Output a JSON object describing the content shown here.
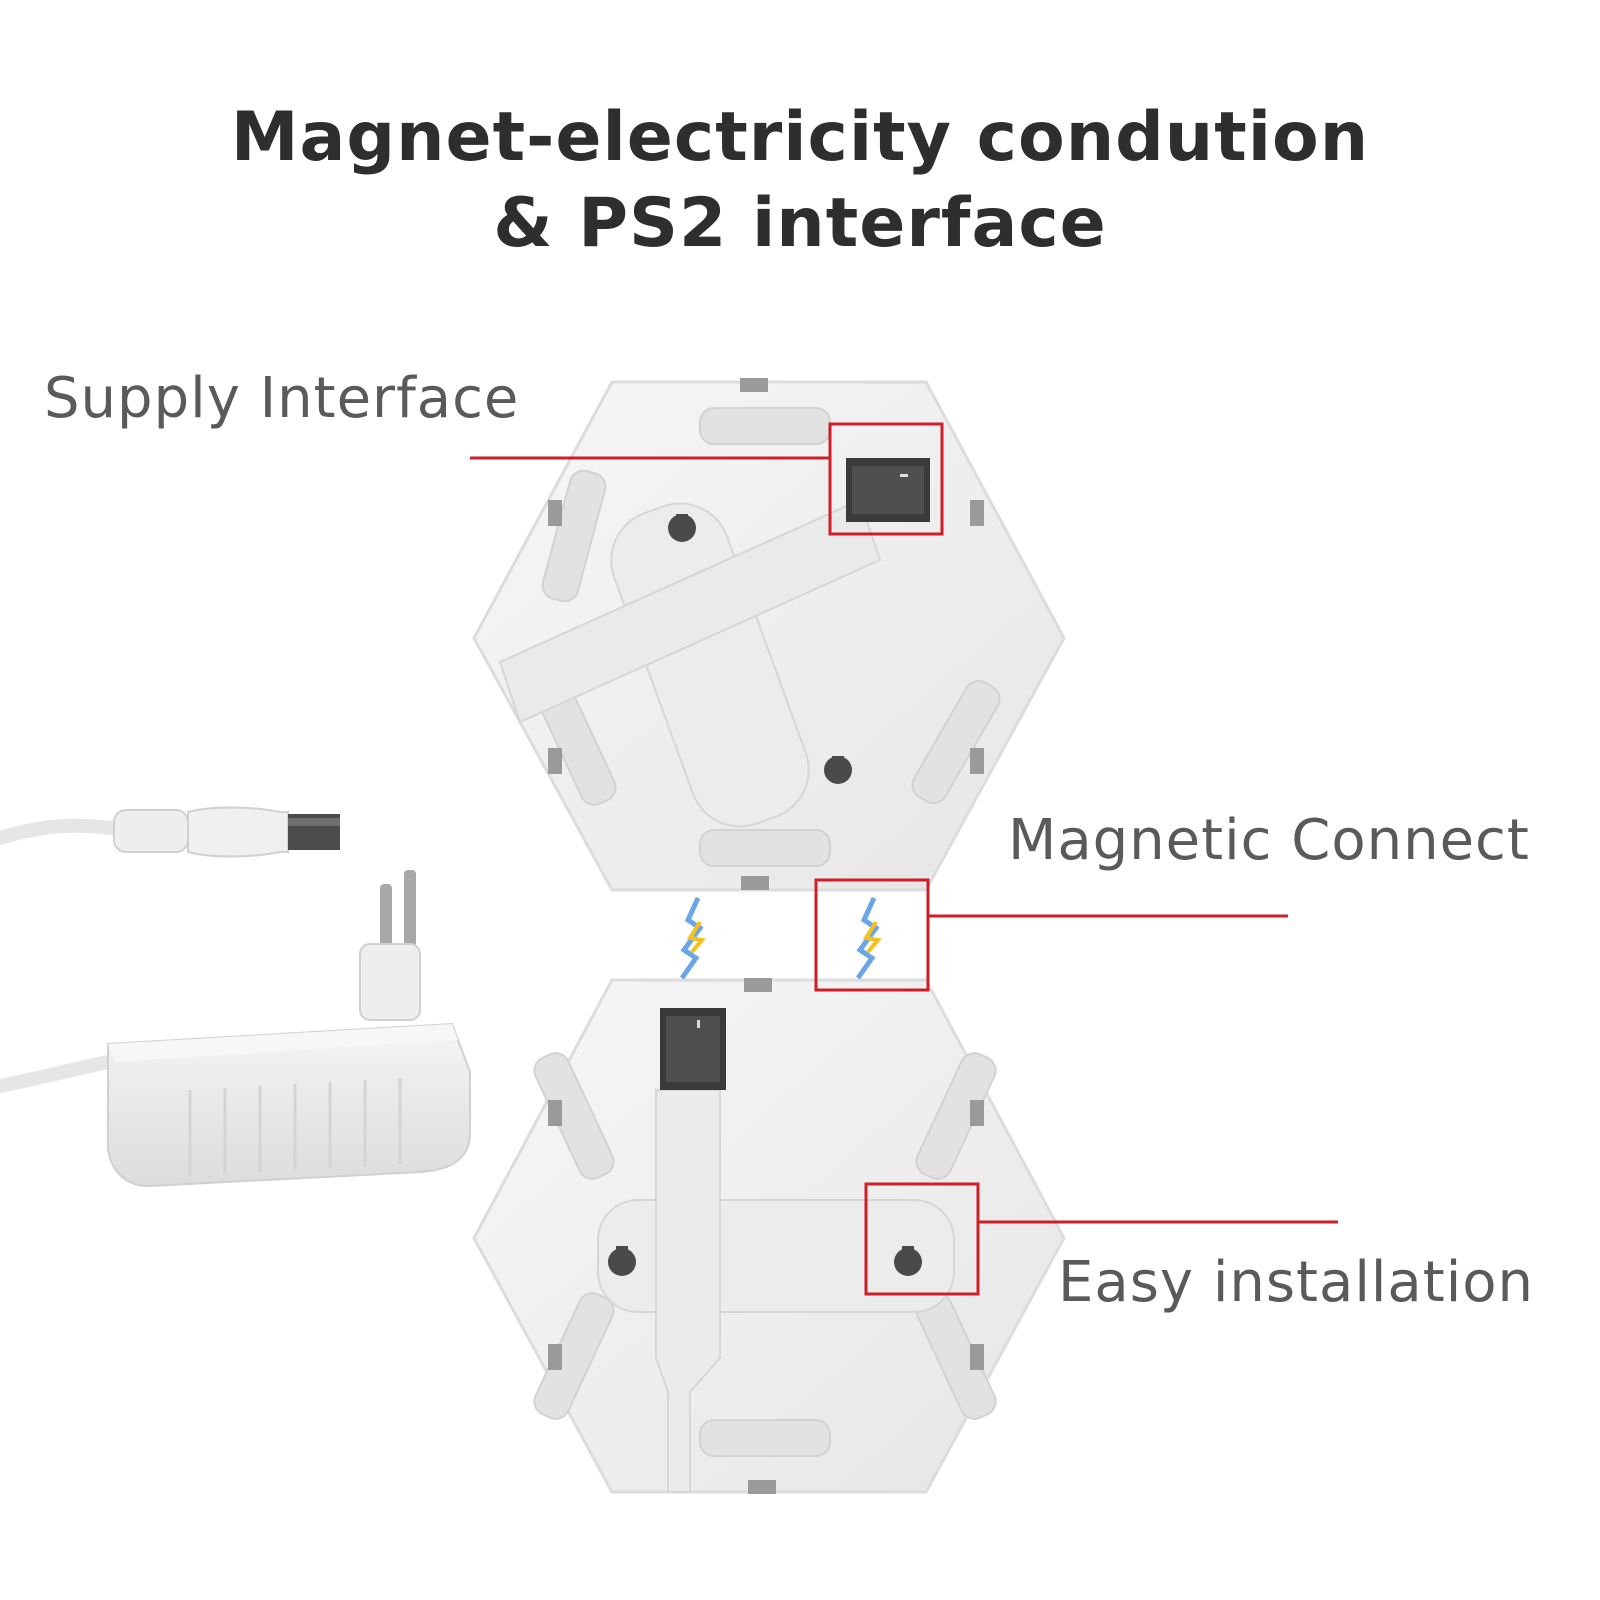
{
  "title": {
    "line1": "Magnet-electricity condution",
    "line2": "& PS2 interface"
  },
  "callouts": {
    "supply": "Supply Interface",
    "magnetic": "Magnetic Connect",
    "install": "Easy installation"
  },
  "colors": {
    "accent": "#cc1f27",
    "panel": "#f1f1f1",
    "text": "#2e2e2e"
  },
  "icons": [
    "power-adapter-icon",
    "dc-plug-icon",
    "lightning-icon"
  ]
}
